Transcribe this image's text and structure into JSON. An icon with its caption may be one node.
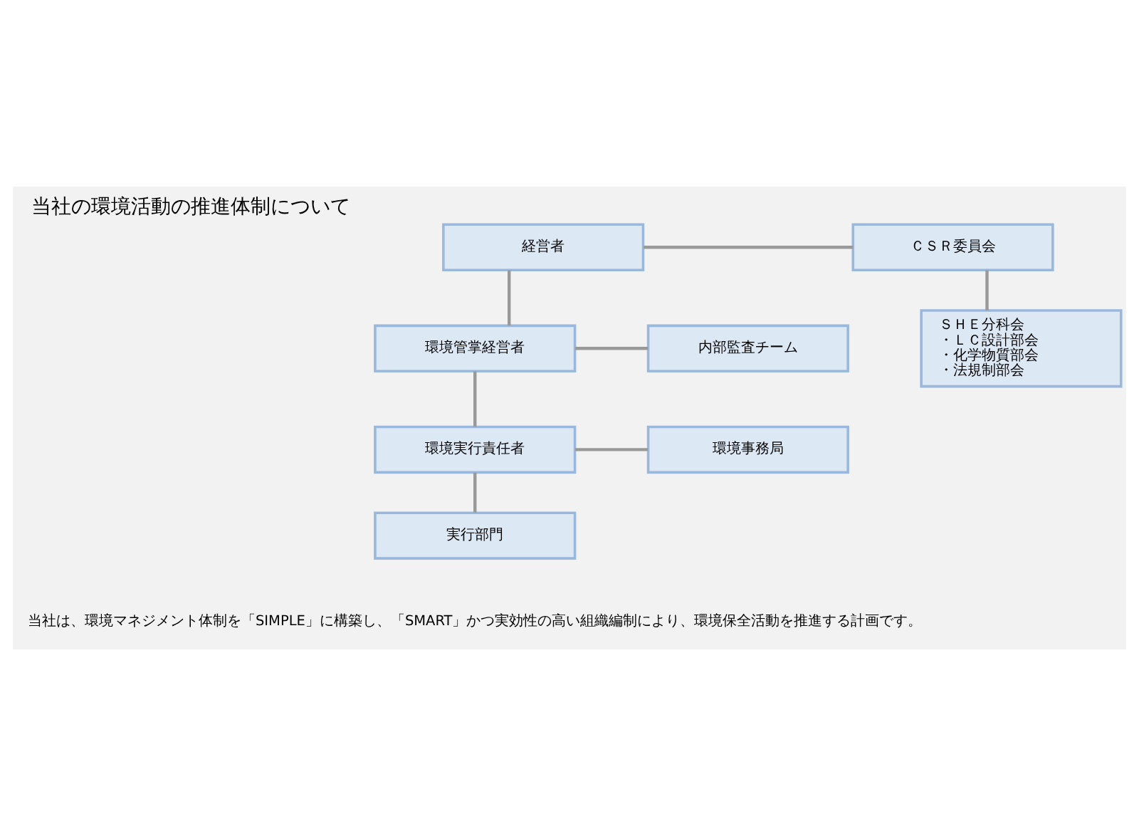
{
  "diagram": {
    "title": "当社の環境活動の推進体制について",
    "caption": "当社は、環境マネジメント体制を「SIMPLE」に構築し、「SMART」かつ実効性の高い組織編制により、環境保全活動を推進する計画です。",
    "nodes": [
      {
        "text": [
          "経営者"
        ]
      },
      {
        "text": [
          "ＣＳＲ委員会"
        ]
      },
      {
        "text": [
          "ＳＨＥ分科会",
          "・ＬＣ設計部会",
          "・化学物質部会",
          "・法規制部会"
        ]
      },
      {
        "text": [
          "環境管掌経営者"
        ]
      },
      {
        "text": [
          "内部監査チーム"
        ]
      },
      {
        "text": [
          "環境実行責任者"
        ]
      },
      {
        "text": [
          "環境事務局"
        ]
      },
      {
        "text": [
          "実行部門"
        ]
      }
    ],
    "edges": [
      {
        "from": 0,
        "to": 3,
        "arrow": "none"
      },
      {
        "from": 0,
        "to": 1,
        "arrow": "none"
      },
      {
        "from": 1,
        "to": 2,
        "arrow": "none"
      },
      {
        "from": 3,
        "to": 5,
        "arrow": "none"
      },
      {
        "from": 3,
        "to": 4,
        "arrow": "none"
      },
      {
        "from": 5,
        "to": 7,
        "arrow": "none"
      },
      {
        "from": 5,
        "to": 6,
        "arrow": "none"
      }
    ]
  }
}
